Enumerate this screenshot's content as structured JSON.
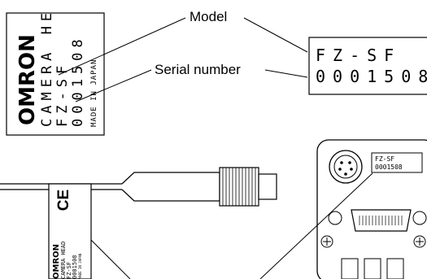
{
  "callouts": {
    "model": "Model",
    "serial": "Serial number"
  },
  "label_plate": {
    "brand": "OMRON",
    "product": "CAMERA HE",
    "model": "FZ-SF",
    "serial": "0001508",
    "origin": "MADE IN JAPAN"
  },
  "zoom_label": {
    "model": "FZ-SF",
    "serial": "0001508"
  },
  "cable_tag": {
    "brand": "OMRON",
    "product": "CAMERA HEAD",
    "model": "FZ-SF",
    "serial": "0001508",
    "origin": "MADE IN JAPAN",
    "mark": "CE"
  },
  "camera_label": {
    "model": "FZ-SF",
    "serial": "0001508"
  }
}
